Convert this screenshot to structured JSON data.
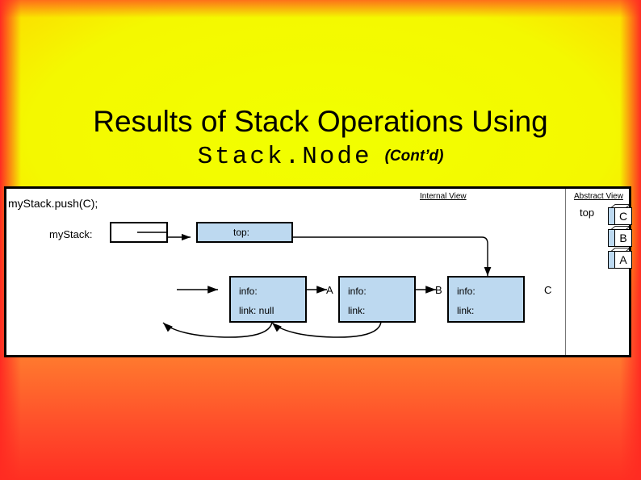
{
  "slide": {
    "title_line1": "Results of Stack Operations Using",
    "title_mono": "Stack.Node",
    "title_cont": "(Cont’d)",
    "background_center": "#f2ff00",
    "background_edge": "#ff2b22"
  },
  "diagram": {
    "code_line": "myStack.push(C);",
    "internal_view_label": "Internal View",
    "abstract_view_label": "Abstract View",
    "mystack_label": "myStack:",
    "top_field_label": "top:",
    "node_color": "#bdd9f0",
    "nodes": [
      {
        "info_label": "info:",
        "link_label": "link: null",
        "letter": "A"
      },
      {
        "info_label": "info:",
        "link_label": "link:",
        "letter": "B"
      },
      {
        "info_label": "info:",
        "link_label": "link:",
        "letter": "C"
      }
    ]
  },
  "abstract": {
    "top_label": "top",
    "stack_items": [
      "C",
      "B",
      "A"
    ]
  }
}
